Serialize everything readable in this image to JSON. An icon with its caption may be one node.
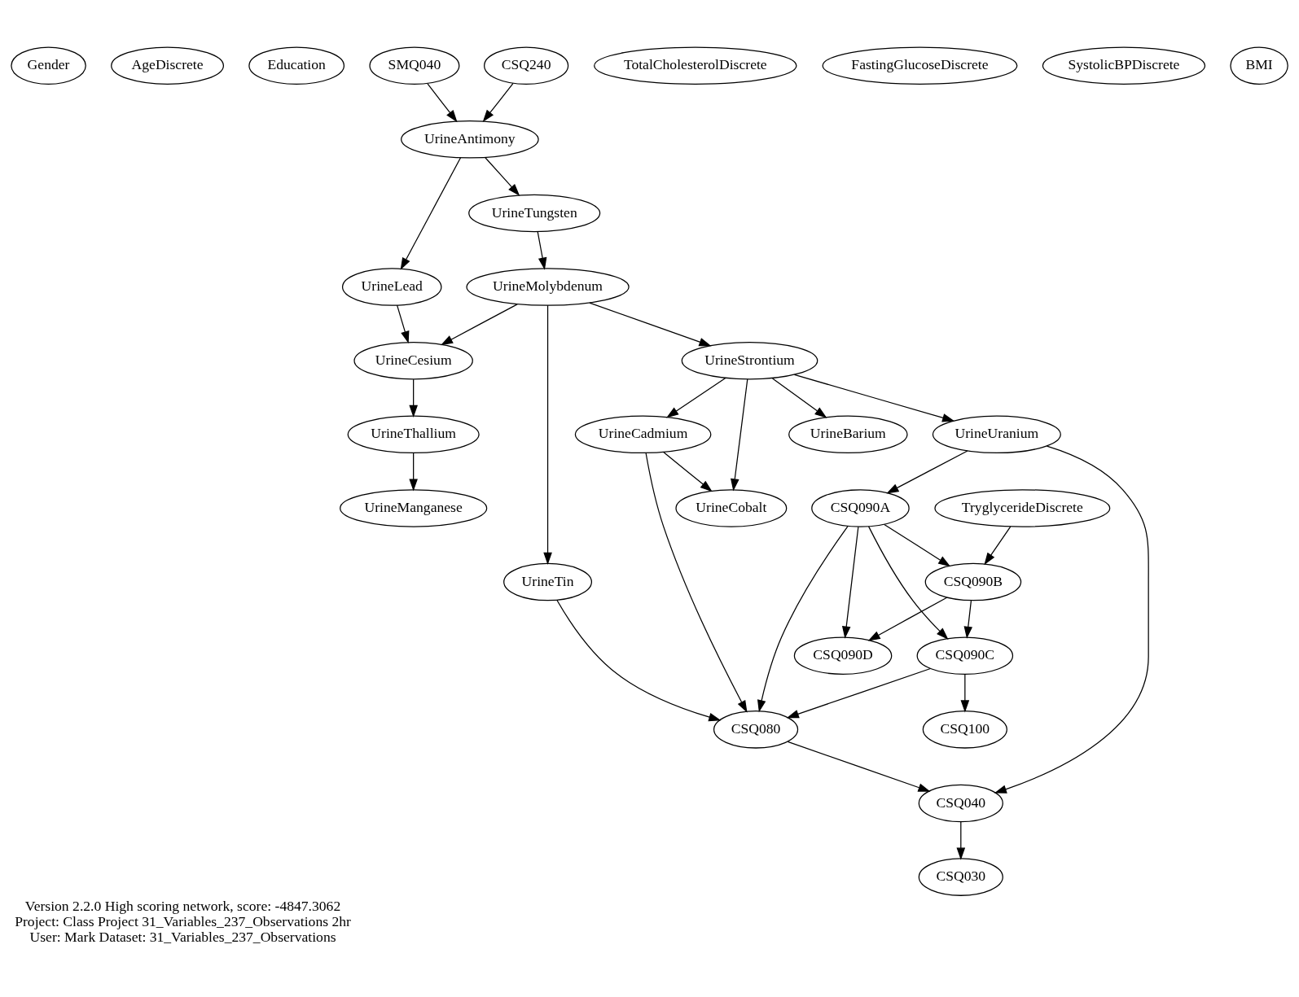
{
  "diagram": {
    "caption": "Version 2.2.0 High scoring network, score: -4847.3062 Project: Class Project 31_Variables_237_Observations 2hr User: Mark Dataset: 31_Variables_237_Observations",
    "nodes": [
      {
        "text": [
          "Gender"
        ]
      },
      {
        "text": [
          "AgeDiscrete"
        ]
      },
      {
        "text": [
          "Education"
        ]
      },
      {
        "text": [
          "SMQ040"
        ]
      },
      {
        "text": [
          "CSQ240"
        ]
      },
      {
        "text": [
          "TotalCholesterolDiscrete"
        ]
      },
      {
        "text": [
          "FastingGlucoseDiscrete"
        ]
      },
      {
        "text": [
          "SystolicBPDiscrete"
        ]
      },
      {
        "text": [
          "BMI"
        ]
      },
      {
        "text": [
          "UrineAntimony"
        ]
      },
      {
        "text": [
          "UrineTungsten"
        ]
      },
      {
        "text": [
          "UrineLead"
        ]
      },
      {
        "text": [
          "UrineMolybdenum"
        ]
      },
      {
        "text": [
          "UrineCesium"
        ]
      },
      {
        "text": [
          "UrineStrontium"
        ]
      },
      {
        "text": [
          "UrineThallium"
        ]
      },
      {
        "text": [
          "UrineCadmium"
        ]
      },
      {
        "text": [
          "UrineBarium"
        ]
      },
      {
        "text": [
          "UrineUranium"
        ]
      },
      {
        "text": [
          "UrineManganese"
        ]
      },
      {
        "text": [
          "UrineCobalt"
        ]
      },
      {
        "text": [
          "CSQ090A"
        ]
      },
      {
        "text": [
          "TryglycerideDiscrete"
        ]
      },
      {
        "text": [
          "UrineTin"
        ]
      },
      {
        "text": [
          "CSQ090B"
        ]
      },
      {
        "text": [
          "CSQ090D"
        ]
      },
      {
        "text": [
          "CSQ090C"
        ]
      },
      {
        "text": [
          "CSQ080"
        ]
      },
      {
        "text": [
          "CSQ100"
        ]
      },
      {
        "text": [
          "CSQ040"
        ]
      },
      {
        "text": [
          "CSQ030"
        ]
      }
    ],
    "edges": [
      {
        "from": 3,
        "to": 9,
        "arrow": "to"
      },
      {
        "from": 4,
        "to": 9,
        "arrow": "to"
      },
      {
        "from": 9,
        "to": 11,
        "arrow": "to"
      },
      {
        "from": 9,
        "to": 10,
        "arrow": "to"
      },
      {
        "from": 10,
        "to": 12,
        "arrow": "to"
      },
      {
        "from": 11,
        "to": 13,
        "arrow": "to"
      },
      {
        "from": 12,
        "to": 13,
        "arrow": "to"
      },
      {
        "from": 12,
        "to": 23,
        "arrow": "to"
      },
      {
        "from": 12,
        "to": 14,
        "arrow": "to"
      },
      {
        "from": 13,
        "to": 15,
        "arrow": "to"
      },
      {
        "from": 15,
        "to": 19,
        "arrow": "to"
      },
      {
        "from": 14,
        "to": 16,
        "arrow": "to"
      },
      {
        "from": 14,
        "to": 20,
        "arrow": "to"
      },
      {
        "from": 14,
        "to": 17,
        "arrow": "to"
      },
      {
        "from": 14,
        "to": 18,
        "arrow": "to"
      },
      {
        "from": 16,
        "to": 20,
        "arrow": "to"
      },
      {
        "from": 16,
        "to": 27,
        "arrow": "to"
      },
      {
        "from": 18,
        "to": 21,
        "arrow": "to"
      },
      {
        "from": 18,
        "to": 29,
        "arrow": "to"
      },
      {
        "from": 21,
        "to": 24,
        "arrow": "to"
      },
      {
        "from": 21,
        "to": 25,
        "arrow": "to"
      },
      {
        "from": 21,
        "to": 26,
        "arrow": "to"
      },
      {
        "from": 21,
        "to": 27,
        "arrow": "to"
      },
      {
        "from": 22,
        "to": 24,
        "arrow": "to"
      },
      {
        "from": 24,
        "to": 25,
        "arrow": "to"
      },
      {
        "from": 24,
        "to": 26,
        "arrow": "to"
      },
      {
        "from": 26,
        "to": 27,
        "arrow": "to"
      },
      {
        "from": 26,
        "to": 28,
        "arrow": "to"
      },
      {
        "from": 23,
        "to": 27,
        "arrow": "to"
      },
      {
        "from": 27,
        "to": 29,
        "arrow": "to"
      },
      {
        "from": 29,
        "to": 30,
        "arrow": "to"
      }
    ]
  }
}
